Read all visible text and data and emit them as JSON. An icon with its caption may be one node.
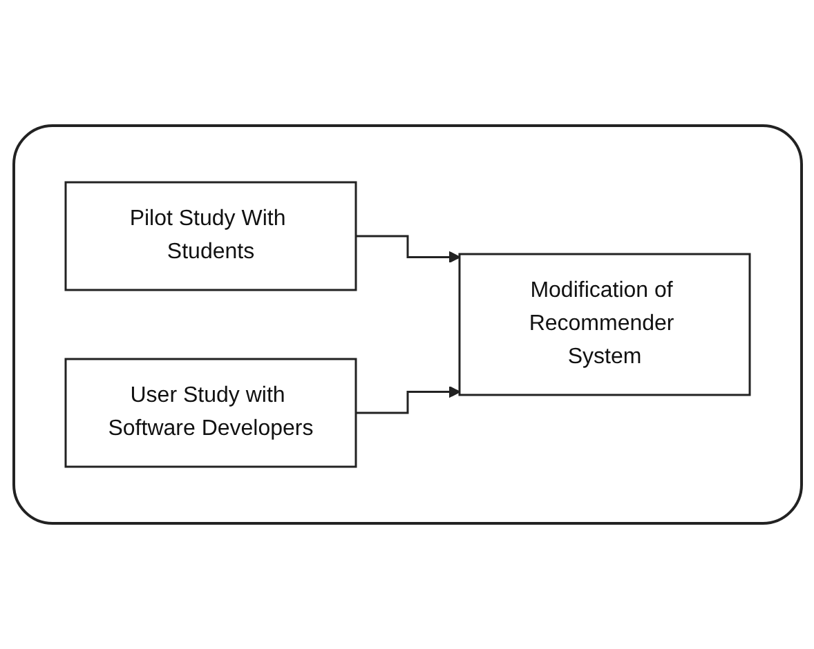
{
  "diagram": {
    "nodes": [
      {
        "text": [],
        "shape": "box"
      },
      {
        "text": [
          "Pilot Study With Students"
        ],
        "in": 0
      },
      {
        "text": [
          "User Study with Software Developers"
        ],
        "in": 0
      },
      {
        "text": [
          "Modification of Recommender System"
        ],
        "in": 0
      }
    ],
    "edges": [
      {
        "from": 1,
        "to": 3,
        "arrow": "to"
      },
      {
        "from": 2,
        "to": 3,
        "arrow": "to"
      }
    ]
  }
}
